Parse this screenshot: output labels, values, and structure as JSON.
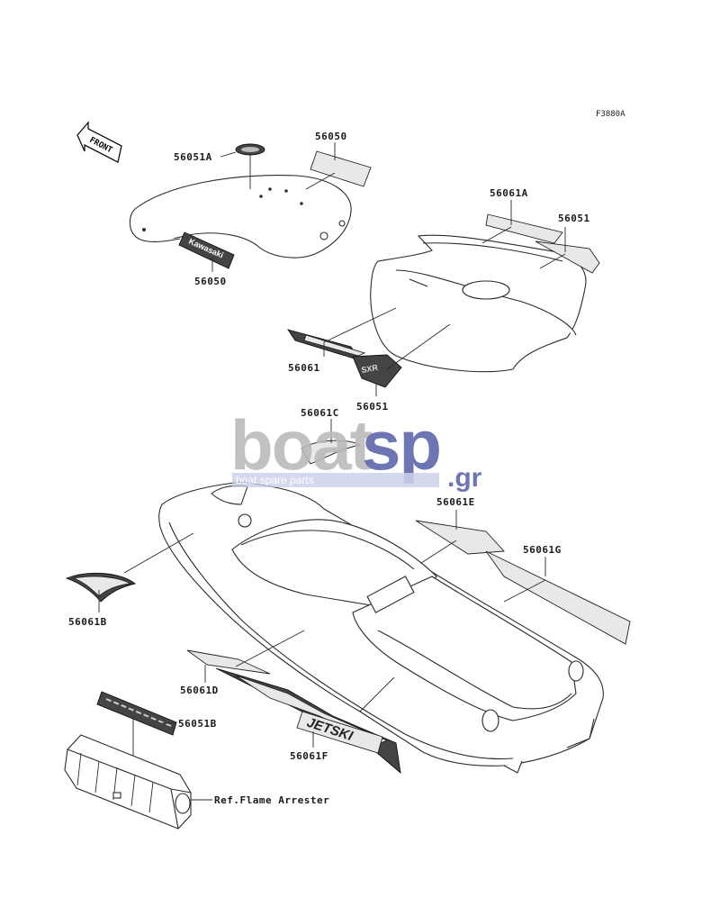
{
  "figure_code": "F3880A",
  "front_arrow": "FRONT",
  "labels": {
    "p56051A": "56051A",
    "p56050_top": "56050",
    "p56050_bottom": "56050",
    "p56061A": "56061A",
    "p56051_right": "56051",
    "p56061": "56061",
    "p56051_mid": "56051",
    "p56061C": "56061C",
    "p56061E": "56061E",
    "p56061G": "56061G",
    "p56061B": "56061B",
    "p56061D": "56061D",
    "p56051B": "56051B",
    "p56061F": "56061F"
  },
  "reference": "Ref.Flame Arrester",
  "decal_texts": {
    "kawasaki_strip": "Kawasaki",
    "jetski": "JETSKI"
  },
  "watermark": {
    "brand_left": "boat",
    "brand_right": "sp",
    "tld": ".gr",
    "tagline": "boat spare parts",
    "colors": {
      "gray": "#b9b9b9",
      "blue": "#5a63a8",
      "band": "#c7cce6"
    }
  }
}
